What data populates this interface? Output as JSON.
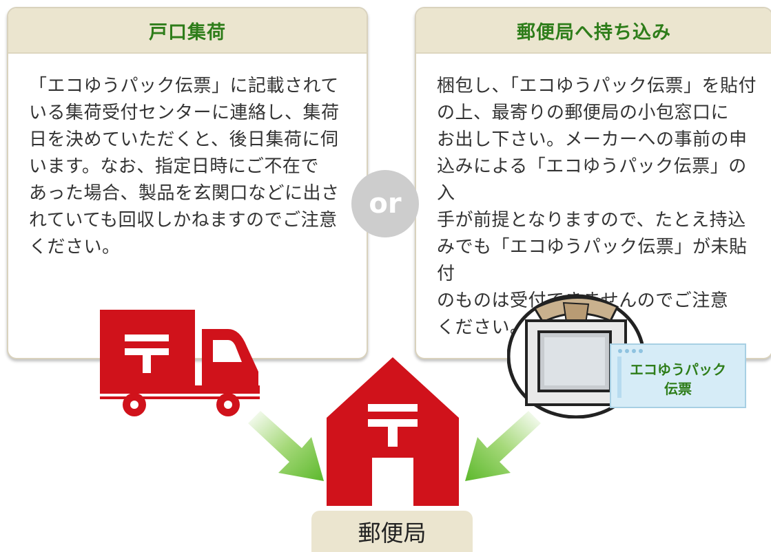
{
  "left_panel": {
    "title": "戸口集荷",
    "lines": [
      "「エコゆうパック伝票」に記載されて",
      "いる集荷受付センターに連絡し、集荷",
      "日を決めていただくと、後日集荷に伺",
      "います。なお、指定日時にご不在で",
      "あった場合、製品を玄関口などに出さ",
      "れていても回収しかねますのでご注意",
      "ください。"
    ]
  },
  "or_label": "or",
  "right_panel": {
    "title": "郵便局へ持ち込み",
    "lines": [
      "梱包し、「エコゆうパック伝票」を貼付",
      "の上、最寄りの郵便局の小包窓口に",
      "お出し下さい。メーカーへの事前の申",
      "込みによる「エコゆうパック伝票」の入",
      "手が前提となりますので、たとえ持込",
      "みでも「エコゆうパック伝票」が未貼付",
      "のものは受付できませんのでご注意",
      "ください。"
    ]
  },
  "label_tag": {
    "line1": "エコゆうパック",
    "line2": "伝票"
  },
  "post_office_label": "郵便局",
  "colors": {
    "postal_red": "#d0121b",
    "title_green": "#2e7d1a",
    "arrow_green": "#6cc13a",
    "header_beige": "#ebe5cf",
    "or_gray": "#cdcdcd"
  },
  "icons": {
    "postal_mark": "japan-post-mark-icon"
  }
}
